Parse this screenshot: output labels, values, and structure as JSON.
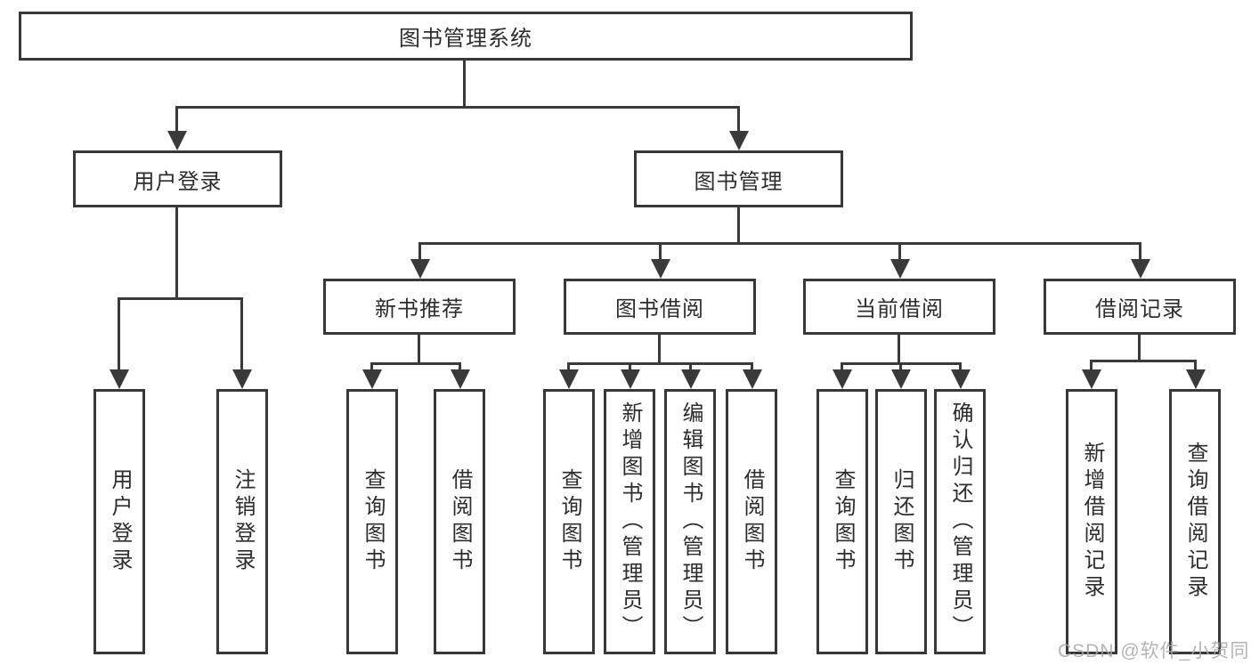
{
  "diagram": {
    "root": {
      "label": "图书管理系统"
    },
    "level1": [
      {
        "label": "用户登录"
      },
      {
        "label": "图书管理"
      }
    ],
    "level2": [
      {
        "label": "新书推荐"
      },
      {
        "label": "图书借阅"
      },
      {
        "label": "当前借阅"
      },
      {
        "label": "借阅记录"
      }
    ],
    "level3": {
      "user_login": [
        "用户登录",
        "注销登录"
      ],
      "new_book_recommend": [
        "查询图书",
        "借阅图书"
      ],
      "book_borrow": [
        "查询图书",
        "新增图书（管理员）",
        "编辑图书（管理员）",
        "借阅图书"
      ],
      "current_borrow": [
        "查询图书",
        "归还图书",
        "确认归还（管理员）"
      ],
      "borrow_records": [
        "新增借阅记录",
        "查询借阅记录"
      ]
    }
  },
  "watermark": {
    "text": "CSDN @软件_小贺同学",
    "color": "#a8a8a8"
  }
}
